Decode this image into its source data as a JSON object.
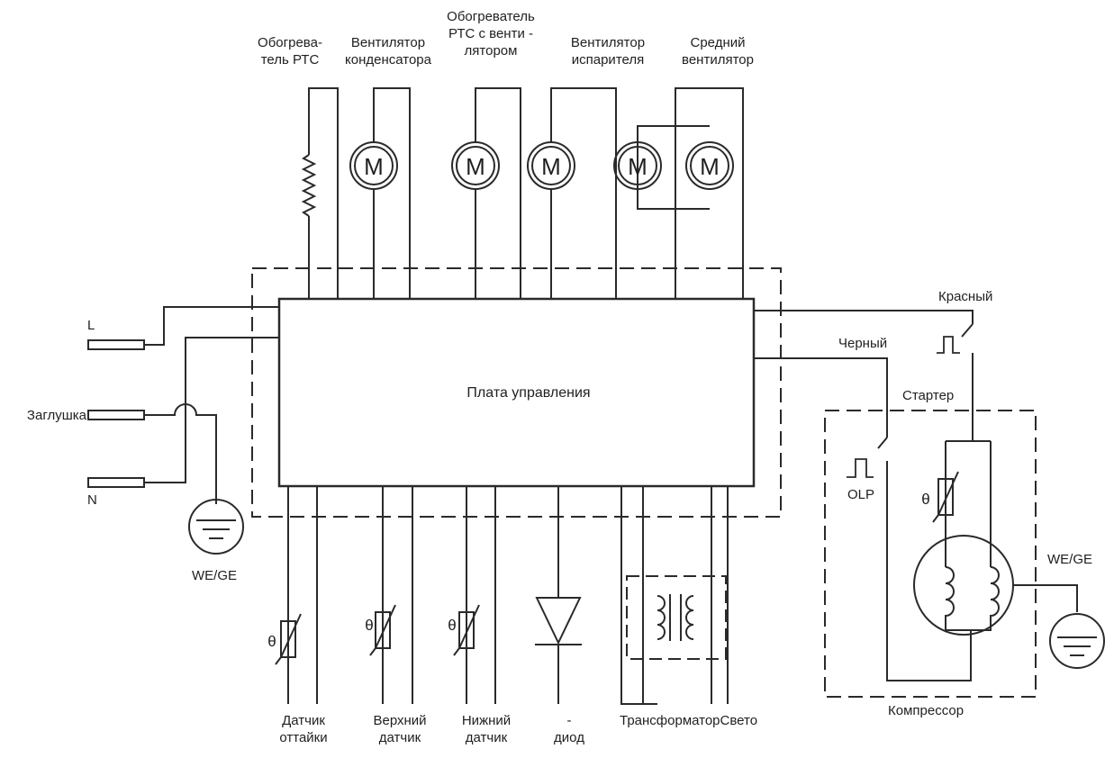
{
  "labels": {
    "ptc_heater": "Обогрева-\nтель РТС",
    "condenser_fan": "Вентилятор\nконденсатора",
    "ptc_heater_fan": "Обогреватель\nРТС с венти -\nлятором",
    "evaporator_fan": "Вентилятор\nиспарителя",
    "middle_fan": "Средний\nвентилятор",
    "control_board": "Плата управления",
    "line_l": "L",
    "plug": "Заглушка",
    "neutral_n": "N",
    "ground_left": "WE/GE",
    "red": "Красный",
    "black": "Черный",
    "starter": "Стартер",
    "olp": "OLP",
    "ground_right": "WE/GE",
    "compressor": "Компрессор",
    "defrost_sensor": "Датчик\nоттайки",
    "upper_sensor": "Верхний\nдатчик",
    "lower_sensor": "Нижний\nдатчик",
    "diode": "-\nдиод",
    "transformer_light": "ТрансформаторСвето"
  },
  "symbols": {
    "motor": "M",
    "theta": "θ"
  },
  "colors": {
    "line": "#2a2a2a",
    "text": "#1f1f1f",
    "background": "#ffffff"
  }
}
